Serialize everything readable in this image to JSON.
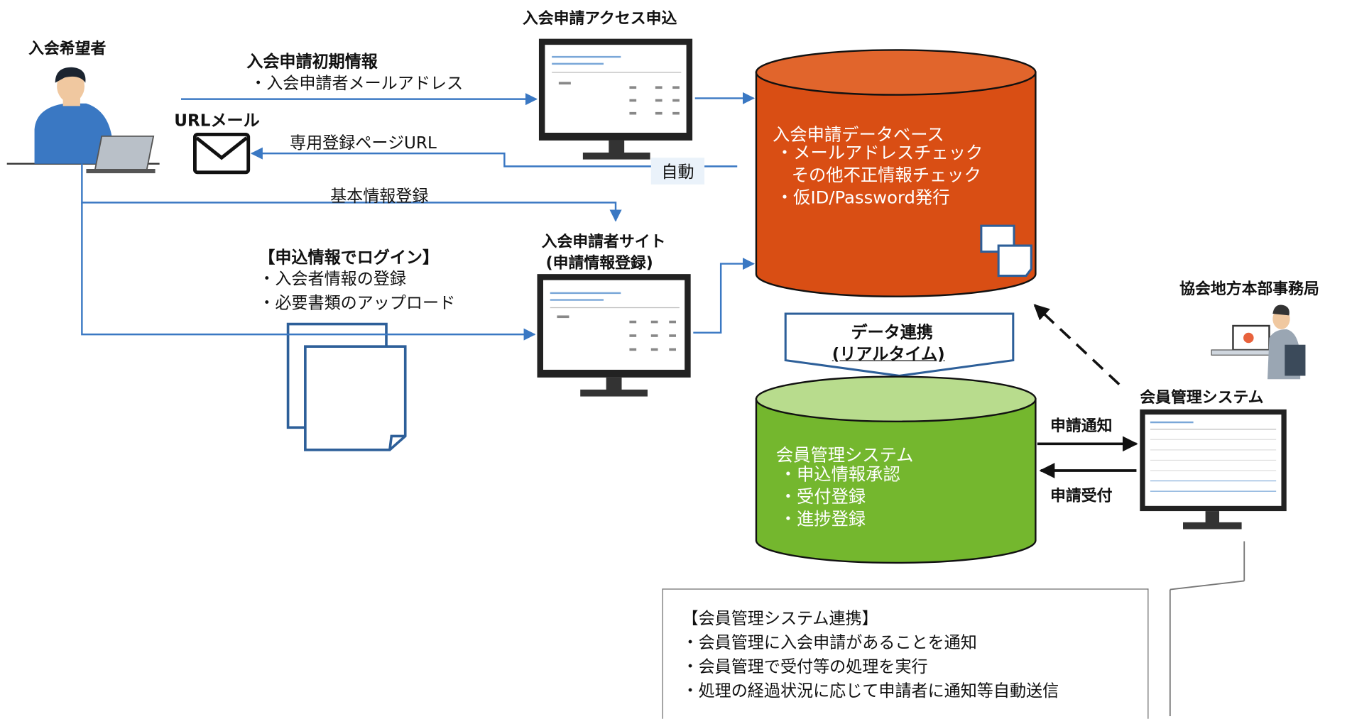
{
  "applicant": {
    "title": "入会希望者"
  },
  "initial_info": {
    "heading": "入会申請初期情報",
    "item": "・入会申請者メールアドレス"
  },
  "url_mail": {
    "label": "URLメール",
    "link_text": "専用登録ページURL",
    "auto_label": "自動"
  },
  "basic_reg": {
    "label": "基本情報登録"
  },
  "login_info": {
    "heading": "【申込情報でログイン】",
    "items": [
      "・入会者情報の登録",
      "・必要書類のアップロード"
    ]
  },
  "access_screen": {
    "title": "入会申請アクセス申込"
  },
  "applicant_site": {
    "title_line1": "入会申請者サイト",
    "title_line2": "(申請情報登録)"
  },
  "application_db": {
    "title": "入会申請データベース",
    "items": [
      "・メールアドレスチェック",
      "その他不正情報チェック",
      "・仮ID/Password発行"
    ],
    "color": "#d94e14"
  },
  "sync": {
    "line1": "データ連携",
    "line2": "(リアルタイム)"
  },
  "member_db": {
    "title": "会員管理システム",
    "items": [
      "・申込情報承認",
      "・受付登録",
      "・進捗登録"
    ],
    "color": "#74b72e"
  },
  "regional_office": {
    "title": "協会地方本部事務局"
  },
  "member_system": {
    "title": "会員管理システム",
    "notify_label": "申請通知",
    "accept_label": "申請受付"
  },
  "note": {
    "heading": "【会員管理システム連携】",
    "items": [
      "・会員管理に入会申請があることを通知",
      "・会員管理で受付等の処理を実行",
      "・処理の経過状況に応じて申請者に通知等自動送信"
    ]
  },
  "colors": {
    "arrow_blue": "#3a78c3",
    "monitor_dark": "#222222"
  }
}
